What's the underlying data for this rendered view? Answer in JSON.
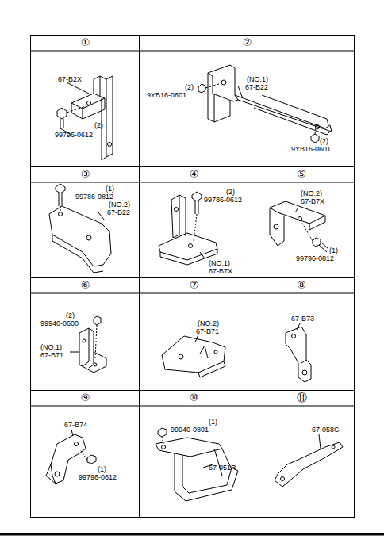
{
  "diagram": {
    "nodes": [
      {
        "text": [
          "①",
          "67-B2X",
          "(2)",
          "99796-0612"
        ]
      },
      {
        "text": [
          "②",
          "(NO.1)",
          "67-B22",
          "(2)",
          "9YB16-0601",
          "(2)",
          "9YB16-0601"
        ]
      },
      {
        "text": [
          "③",
          "(1)",
          "99786-0812",
          "(NO.2)",
          "67-B22"
        ]
      },
      {
        "text": [
          "④",
          "(2)",
          "99786-0612",
          "(NO.1)",
          "67-B7X"
        ]
      },
      {
        "text": [
          "⑤",
          "(NO.2)",
          "67-B7X",
          "(1)",
          "99796-0812"
        ]
      },
      {
        "text": [
          "⑥",
          "(2)",
          "99940-0600",
          "(NO.1)",
          "67-B71"
        ]
      },
      {
        "text": [
          "⑦",
          "(NO.2)",
          "67-B71"
        ]
      },
      {
        "text": [
          "⑧",
          "67-B73"
        ]
      },
      {
        "text": [
          "⑨",
          "67-B74",
          "(1)",
          "99796-0612"
        ]
      },
      {
        "text": [
          "⑩",
          "(1)",
          "99940-0801",
          "67-051R"
        ]
      },
      {
        "text": [
          "⑪",
          "67-058C"
        ]
      }
    ]
  }
}
